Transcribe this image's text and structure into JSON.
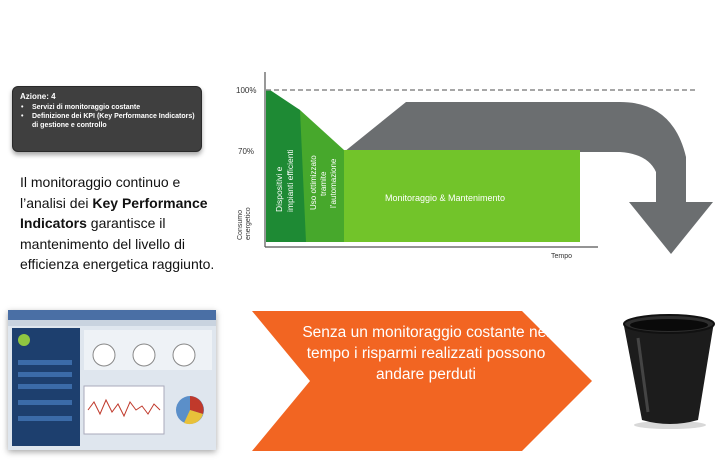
{
  "action": {
    "title": "Azione: 4",
    "items": [
      "Servizi di monitoraggio costante",
      "Definizione dei KPI (Key Performance Indicators) di gestione e controllo"
    ]
  },
  "description": {
    "part1": "Il monitoraggio continuo e l’analisi dei ",
    "bold": "Key Performance Indicators",
    "part2": " garantisce il mantenimento del livello di efficienza energetica raggiunto."
  },
  "chart": {
    "y_label_100": "100%",
    "y_label_70": "70%",
    "y_axis_title_line1": "Consumo",
    "y_axis_title_line2": "energetico",
    "x_axis_title": "Tempo",
    "phase1_line1": "Dispositivi e",
    "phase1_line2": "impianti efficienti",
    "phase2_line1": "Uso ottimizzato",
    "phase2_line2": "tramite",
    "phase2_line3": "l’automazione",
    "phase3": "Monitoraggio & Mantenimento"
  },
  "callout": {
    "text": "Senza un monitoraggio costante nel tempo i risparmi realizzati possono andare perduti",
    "color": "#f26522"
  },
  "colors": {
    "dark_green": "#1e8a34",
    "mid_green": "#47a82c",
    "light_green": "#72c42a",
    "gray_arrow": "#6b6e70"
  },
  "icons": [
    "trash-bin-icon",
    "dashboard-screenshot"
  ]
}
